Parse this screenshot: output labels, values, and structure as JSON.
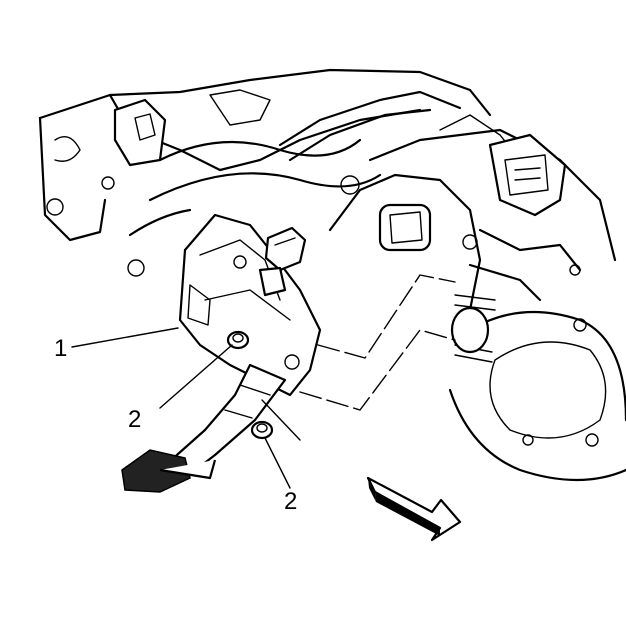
{
  "callouts": {
    "label_1": "1",
    "label_2_upper": "2",
    "label_2_lower": "2"
  },
  "icons": [
    "direction-arrow-icon"
  ],
  "colors": {
    "line": "#000000",
    "background": "#ffffff",
    "pad_fill": "#222222"
  }
}
